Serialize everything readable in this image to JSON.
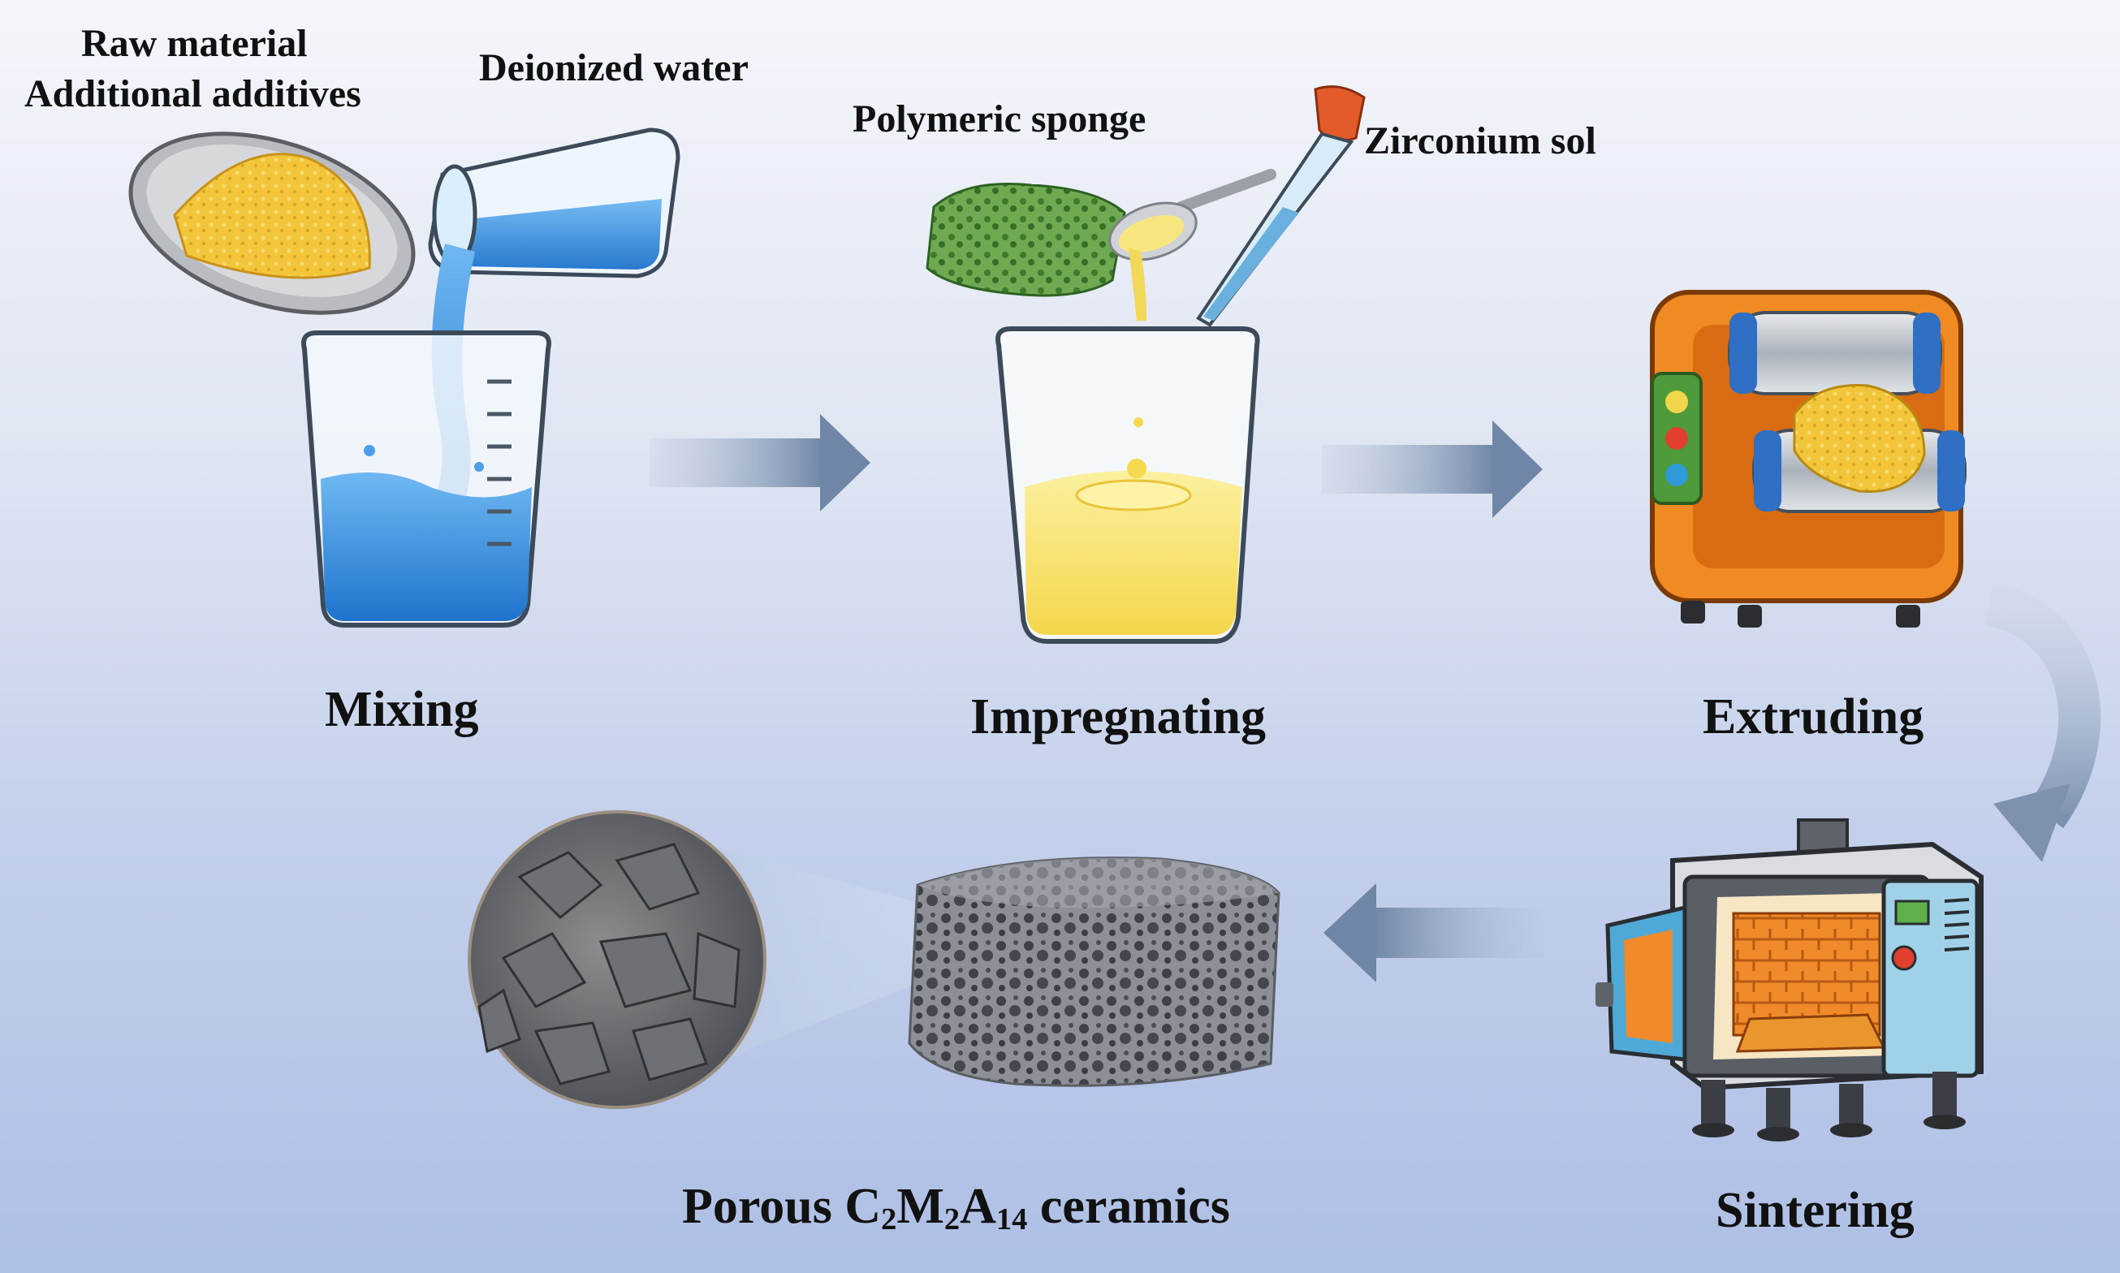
{
  "labels": {
    "raw_material": "Raw material",
    "additional_additives": "Additional additives",
    "deionized_water": "Deionized water",
    "polymeric_sponge": "Polymeric sponge",
    "zirconium_sol": "Zirconium sol"
  },
  "steps": {
    "mixing": "Mixing",
    "impregnating": "Impregnating",
    "extruding": "Extruding",
    "sintering": "Sintering"
  },
  "product": {
    "prefix": "Porous C",
    "sub1": "2",
    "mid1": "M",
    "sub2": "2",
    "mid2": "A",
    "sub3": "14",
    "suffix": " ceramics"
  }
}
